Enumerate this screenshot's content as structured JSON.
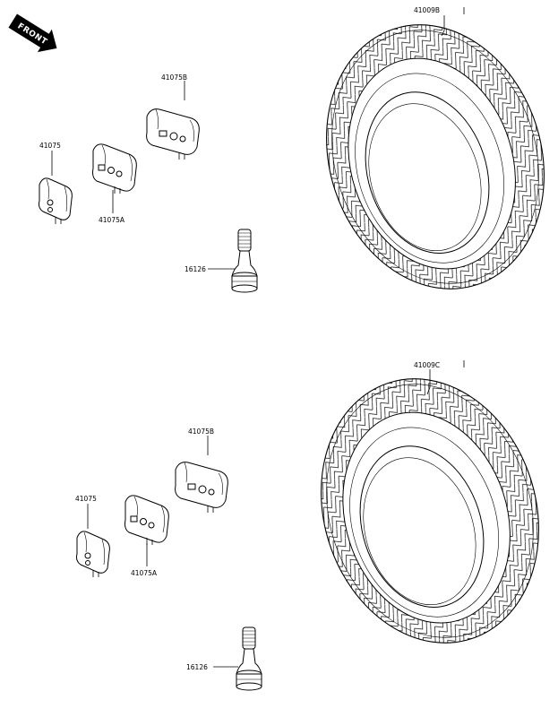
{
  "front_badge": {
    "text": "FRONT"
  },
  "groups": [
    {
      "labels": {
        "tire": "41009B",
        "weight_b": "41075B",
        "weight": "41075",
        "weight_a": "41075A",
        "valve": "16126"
      }
    },
    {
      "labels": {
        "tire": "41009C",
        "weight_b": "41075B",
        "weight": "41075",
        "weight_a": "41075A",
        "valve": "16126"
      }
    }
  ]
}
